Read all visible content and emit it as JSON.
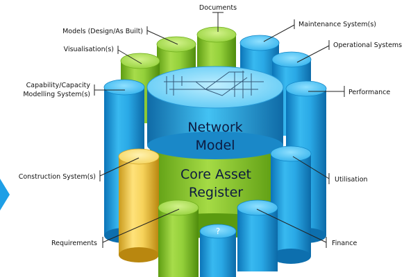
{
  "labels": {
    "documents": "Documents",
    "models": "Models (Design/As Built)",
    "visualisation": "Visualisation(s)",
    "maintenance": "Maintenance System(s)",
    "operational": "Operational Systems",
    "capability_line1": "Capability/Capacity",
    "capability_line2": "Modelling System(s)",
    "performance": "Performance",
    "construction": "Construction System(s)",
    "utilisation": "Utilisation",
    "requirements": "Requirements",
    "finance": "Finance"
  },
  "center": {
    "network_line1": "Network",
    "network_line2": "Model",
    "register_line1": "Core Asset",
    "register_line2": "Register",
    "unknown_cylinder": "?"
  },
  "colors": {
    "blue": "#1aa6e6",
    "green": "#8ccf2f",
    "yellow": "#f2cf4d",
    "arrow": "#1e9fe6"
  }
}
